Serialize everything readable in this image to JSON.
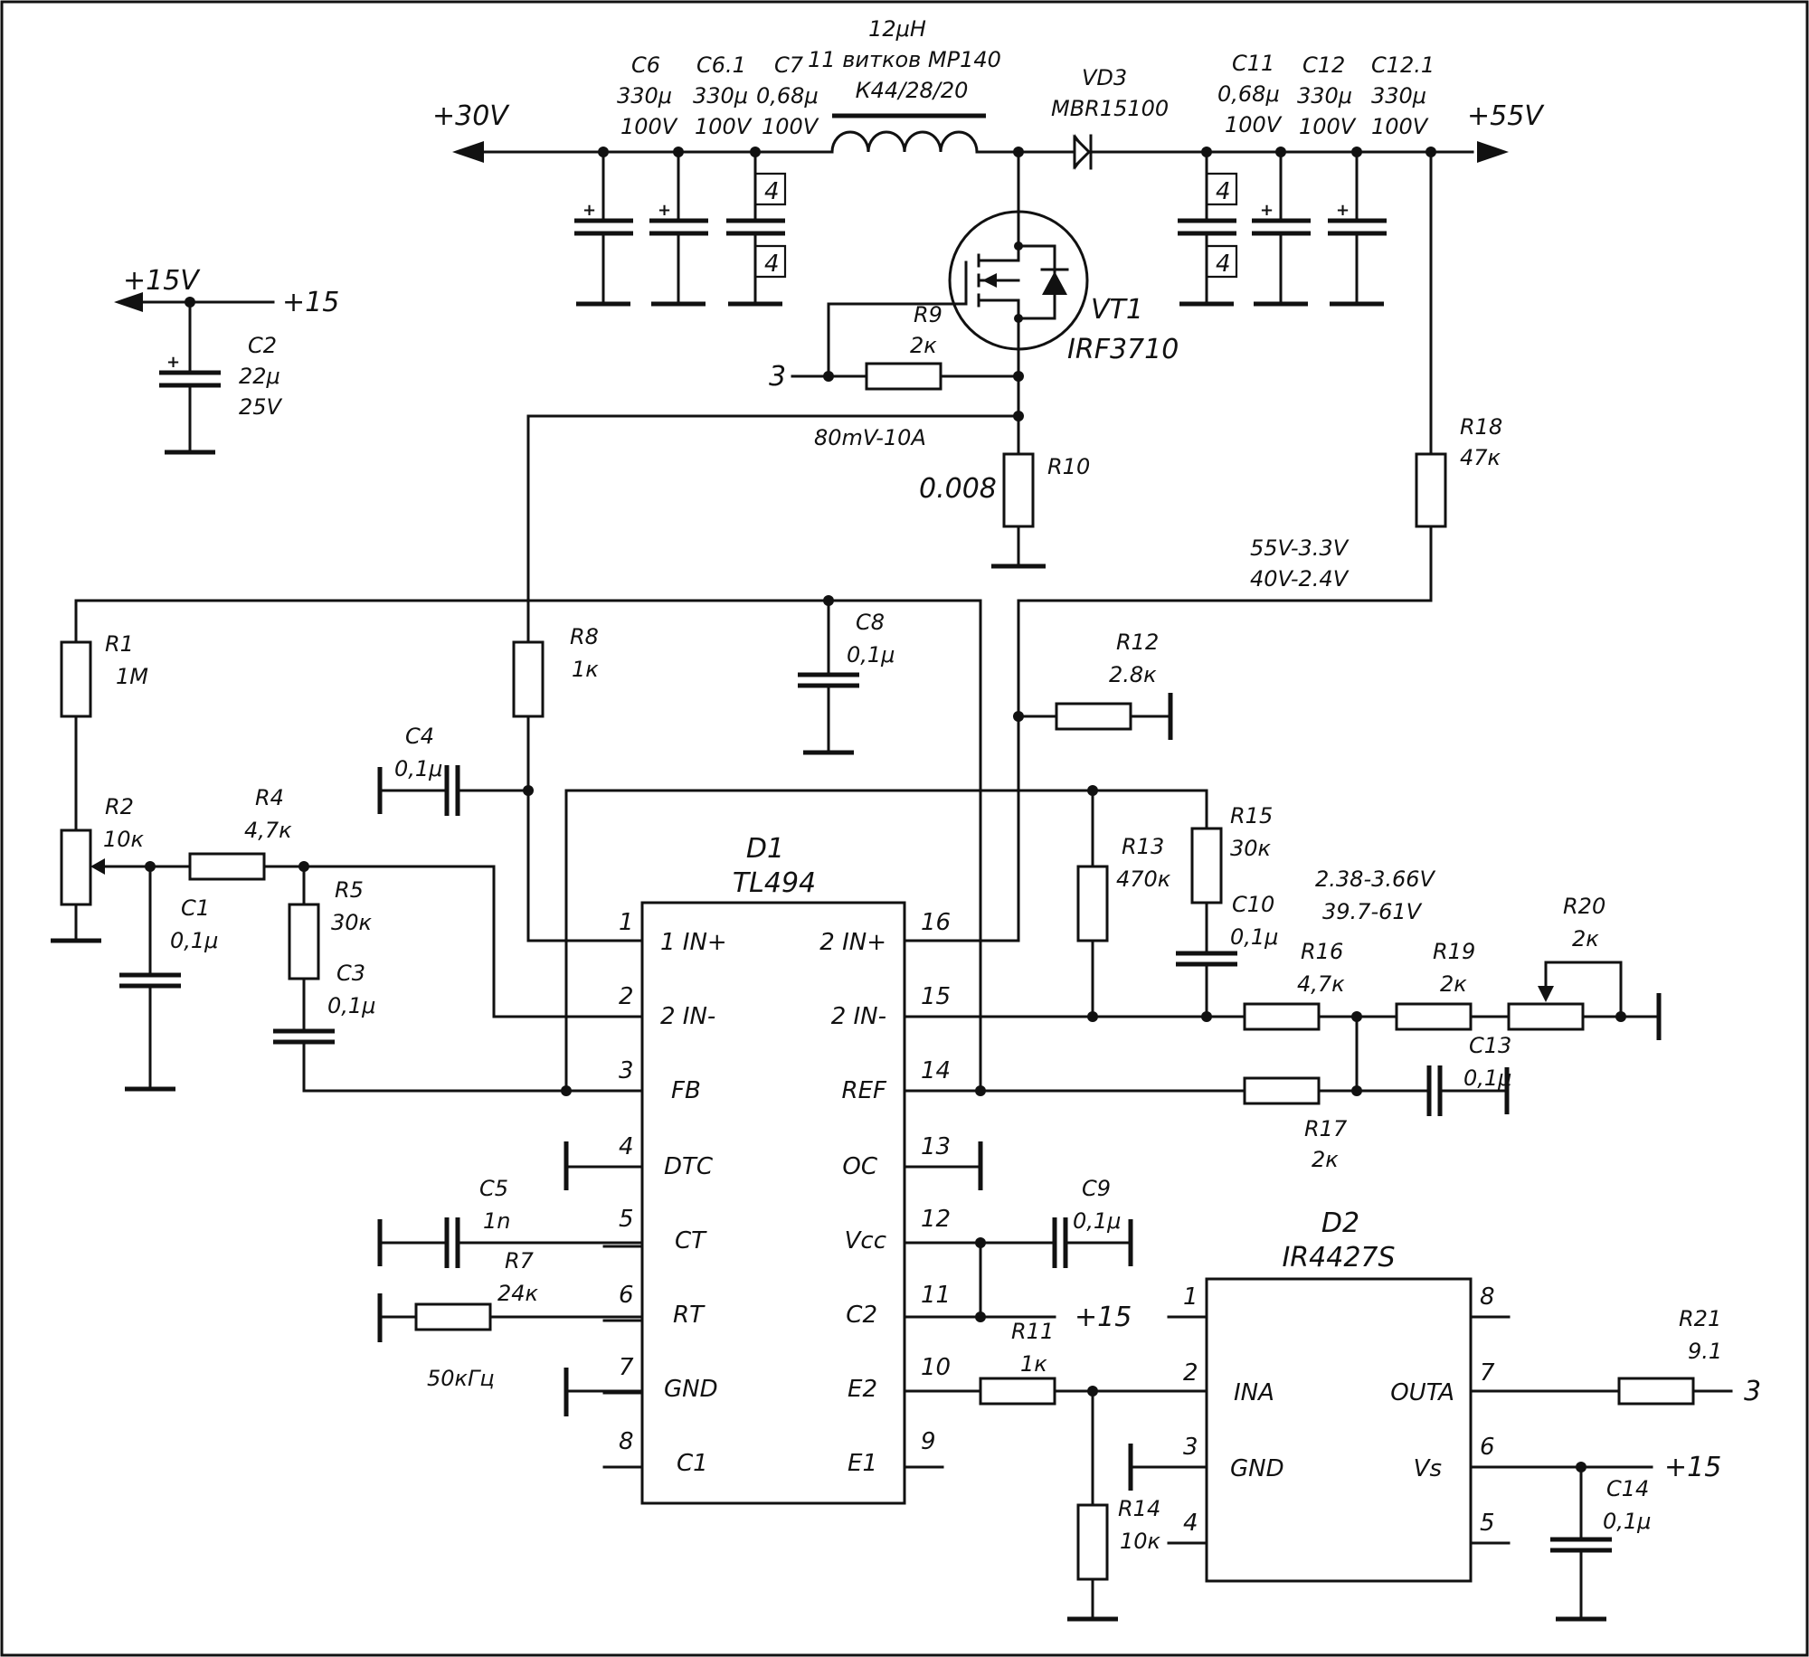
{
  "nets": {
    "v30": "+30V",
    "v55": "+55V",
    "v15": "+15V",
    "p15": "+15",
    "three": "3",
    "sense": "80mV-10A",
    "fb55": "55V-3.3V",
    "fb40": "40V-2.4V",
    "range1": "2.38-3.66V",
    "range2": "39.7-61V",
    "freq": "50кГц"
  },
  "inductor": {
    "value": "12μH",
    "turns": "11 витков МР140",
    "core": "К44/28/20"
  },
  "diode": {
    "ref": "VD3",
    "part": "MBR15100"
  },
  "mosfet": {
    "ref": "VT1",
    "part": "IRF3710"
  },
  "multiplier": "4",
  "components": {
    "C6": {
      "ref": "C6",
      "value": "330μ",
      "voltage": "100V"
    },
    "C61": {
      "ref": "C6.1",
      "value": "330μ",
      "voltage": "100V"
    },
    "C7": {
      "ref": "C7",
      "value": "0,68μ",
      "voltage": "100V"
    },
    "C11": {
      "ref": "C11",
      "value": "0,68μ",
      "voltage": "100V"
    },
    "C12": {
      "ref": "C12",
      "value": "330μ",
      "voltage": "100V"
    },
    "C121": {
      "ref": "C12.1",
      "value": "330μ",
      "voltage": "100V"
    },
    "C2": {
      "ref": "C2",
      "value": "22μ",
      "voltage": "25V"
    },
    "R9": {
      "ref": "R9",
      "value": "2к"
    },
    "R10": {
      "ref": "R10",
      "value": "0.008"
    },
    "R18": {
      "ref": "R18",
      "value": "47к"
    },
    "R1": {
      "ref": "R1",
      "value": "1M"
    },
    "R8": {
      "ref": "R8",
      "value": "1к"
    },
    "C8": {
      "ref": "C8",
      "value": "0,1μ"
    },
    "R12": {
      "ref": "R12",
      "value": "2.8к"
    },
    "C4": {
      "ref": "C4",
      "value": "0,1μ"
    },
    "R2": {
      "ref": "R2",
      "value": "10к"
    },
    "R4": {
      "ref": "R4",
      "value": "4,7к"
    },
    "R5": {
      "ref": "R5",
      "value": "30к"
    },
    "C1": {
      "ref": "C1",
      "value": "0,1μ"
    },
    "C3": {
      "ref": "C3",
      "value": "0,1μ"
    },
    "R13": {
      "ref": "R13",
      "value": "470к"
    },
    "R15": {
      "ref": "R15",
      "value": "30к"
    },
    "C10": {
      "ref": "C10",
      "value": "0,1μ"
    },
    "R16": {
      "ref": "R16",
      "value": "4,7к"
    },
    "R19": {
      "ref": "R19",
      "value": "2к"
    },
    "R20": {
      "ref": "R20",
      "value": "2к"
    },
    "C13": {
      "ref": "C13",
      "value": "0,1μ"
    },
    "R17": {
      "ref": "R17",
      "value": "2к"
    },
    "C5": {
      "ref": "C5",
      "value": "1n"
    },
    "R7": {
      "ref": "R7",
      "value": "24к"
    },
    "C9": {
      "ref": "C9",
      "value": "0,1μ"
    },
    "R11": {
      "ref": "R11",
      "value": "1к"
    },
    "R14": {
      "ref": "R14",
      "value": "10к"
    },
    "R21": {
      "ref": "R21",
      "value": "9.1"
    },
    "C14": {
      "ref": "C14",
      "value": "0,1μ"
    }
  },
  "d1": {
    "ref": "D1",
    "part": "TL494",
    "left": [
      {
        "num": "1",
        "name": "1 IN+"
      },
      {
        "num": "2",
        "name": "2 IN-"
      },
      {
        "num": "3",
        "name": "FB"
      },
      {
        "num": "4",
        "name": "DTC"
      },
      {
        "num": "5",
        "name": "CT"
      },
      {
        "num": "6",
        "name": "RT"
      },
      {
        "num": "7",
        "name": "GND"
      },
      {
        "num": "8",
        "name": "C1"
      }
    ],
    "right": [
      {
        "num": "16",
        "name": "2 IN+"
      },
      {
        "num": "15",
        "name": "2 IN-"
      },
      {
        "num": "14",
        "name": "REF"
      },
      {
        "num": "13",
        "name": "OC"
      },
      {
        "num": "12",
        "name": "Vcc"
      },
      {
        "num": "11",
        "name": "C2"
      },
      {
        "num": "10",
        "name": "E2"
      },
      {
        "num": "9",
        "name": "E1"
      }
    ]
  },
  "d2": {
    "ref": "D2",
    "part": "IR4427S",
    "left": [
      {
        "num": "1",
        "name": ""
      },
      {
        "num": "2",
        "name": "INA"
      },
      {
        "num": "3",
        "name": "GND"
      },
      {
        "num": "4",
        "name": ""
      }
    ],
    "right": [
      {
        "num": "8",
        "name": ""
      },
      {
        "num": "7",
        "name": "OUTA"
      },
      {
        "num": "6",
        "name": "Vs"
      },
      {
        "num": "5",
        "name": ""
      }
    ]
  }
}
